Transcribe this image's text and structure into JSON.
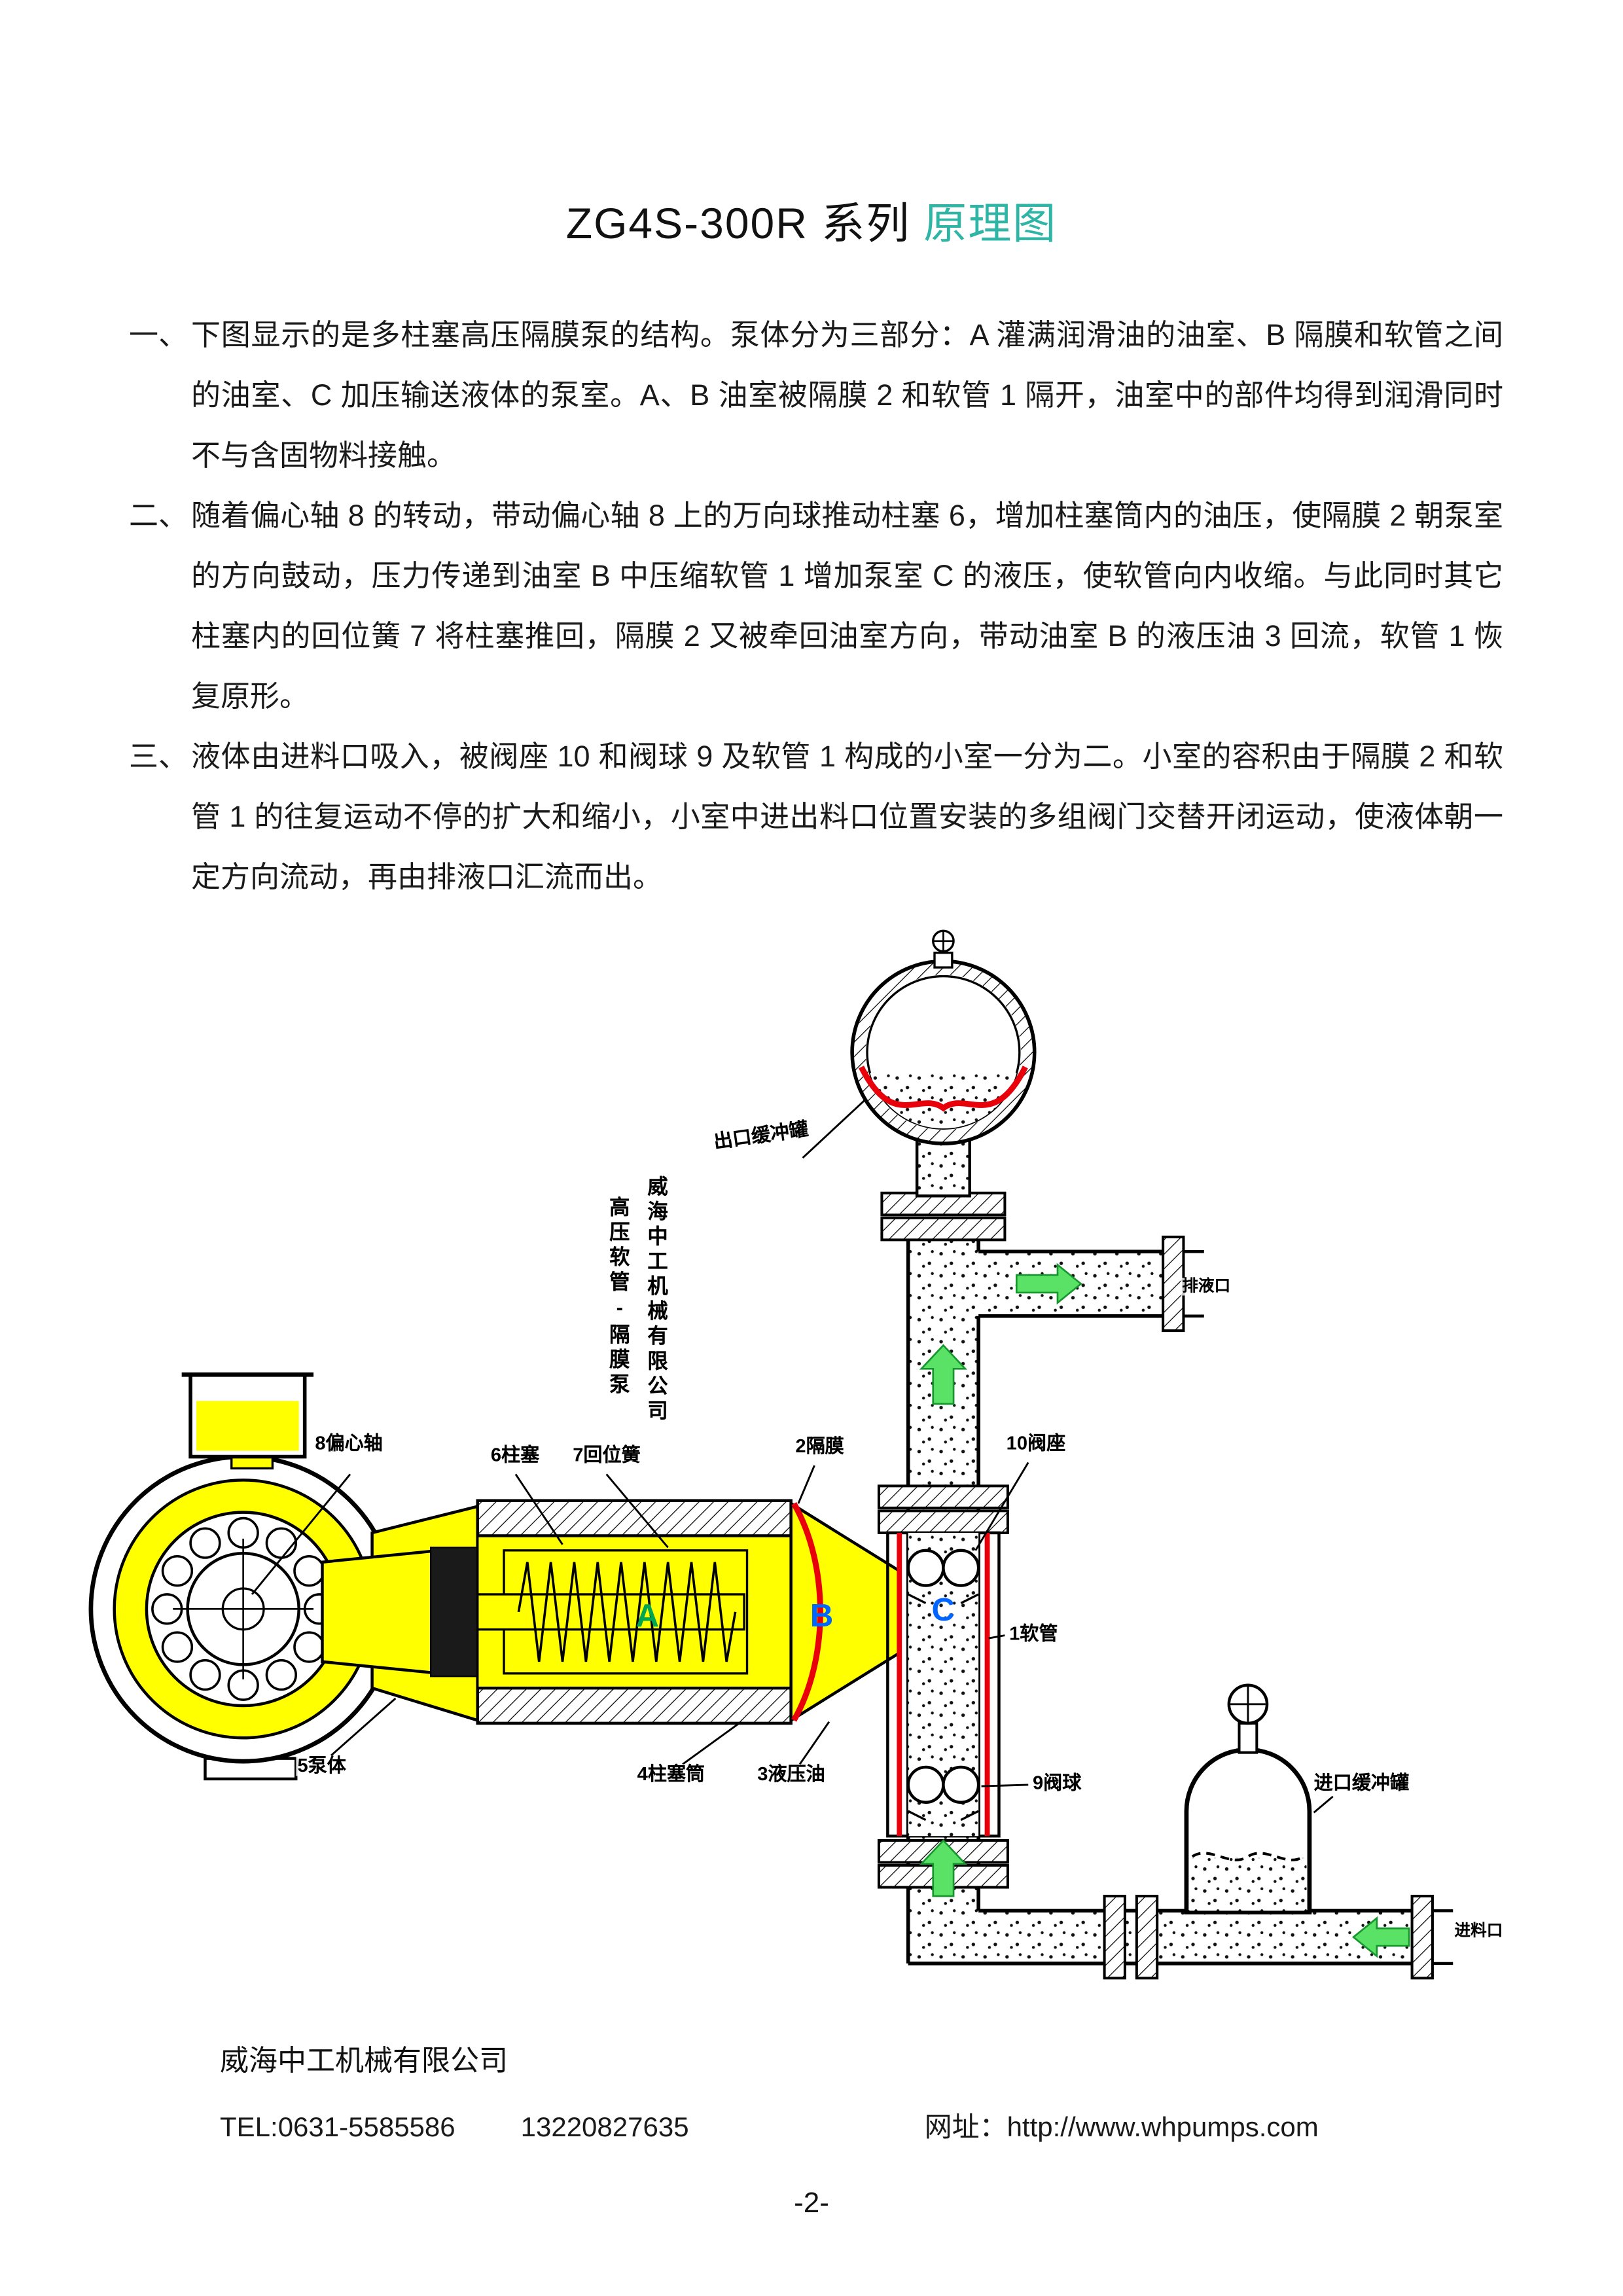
{
  "page": {
    "title_main": "ZG4S-300R 系列",
    "title_accent": "原理图",
    "page_number": "-2-"
  },
  "paragraphs": [
    {
      "marker": "一、",
      "text": "下图显示的是多柱塞高压隔膜泵的结构。泵体分为三部分：A 灌满润滑油的油室、B 隔膜和软管之间的油室、C 加压输送液体的泵室。A、B 油室被隔膜 2 和软管 1 隔开，油室中的部件均得到润滑同时不与含固物料接触。"
    },
    {
      "marker": "二、",
      "text": "随着偏心轴 8 的转动，带动偏心轴 8 上的万向球推动柱塞 6，增加柱塞筒内的油压，使隔膜 2 朝泵室的方向鼓动，压力传递到油室 B 中压缩软管 1 增加泵室 C 的液压，使软管向内收缩。与此同时其它柱塞内的回位簧 7 将柱塞推回，隔膜 2 又被牵回油室方向，带动油室 B 的液压油 3 回流，软管 1 恢复原形。"
    },
    {
      "marker": "三、",
      "text": "液体由进料口吸入，被阀座 10 和阀球 9 及软管 1 构成的小室一分为二。小室的容积由于隔膜 2 和软管 1 的往复运动不停的扩大和缩小，小室中进出料口位置安装的多组阀门交替开闭运动，使液体朝一定方向流动，再由排液口汇流而出。"
    }
  ],
  "diagram": {
    "vertical_caption_company": "威海中工机械有限公司",
    "vertical_caption_product": "高压软管-隔膜泵",
    "labels": {
      "outlet_tank": "出口缓冲罐",
      "outlet_port": "排液口",
      "inlet_tank": "进口缓冲罐",
      "inlet_port": "进料口",
      "part8": "8偏心轴",
      "part6": "6柱塞",
      "part7": "7回位簧",
      "part2": "2隔膜",
      "part10": "10阀座",
      "part1": "1软管",
      "part9": "9阀球",
      "part5": "5泵体",
      "part4": "4柱塞筒",
      "part3": "3液压油",
      "chamber_a": "A",
      "chamber_b": "B",
      "chamber_c": "C"
    },
    "colors": {
      "oil_yellow": "#ffff00",
      "diaphragm_red": "#e8000b",
      "flow_green": "#5ae267",
      "chamber_a_green": "#00a651",
      "chamber_bc_blue": "#0066ff",
      "title_accent": "#2fb5a5"
    }
  },
  "footer": {
    "company": "威海中工机械有限公司",
    "tel": "TEL:0631-5585586",
    "phone2": "13220827635",
    "website": "网址：http://www.whpumps.com"
  }
}
